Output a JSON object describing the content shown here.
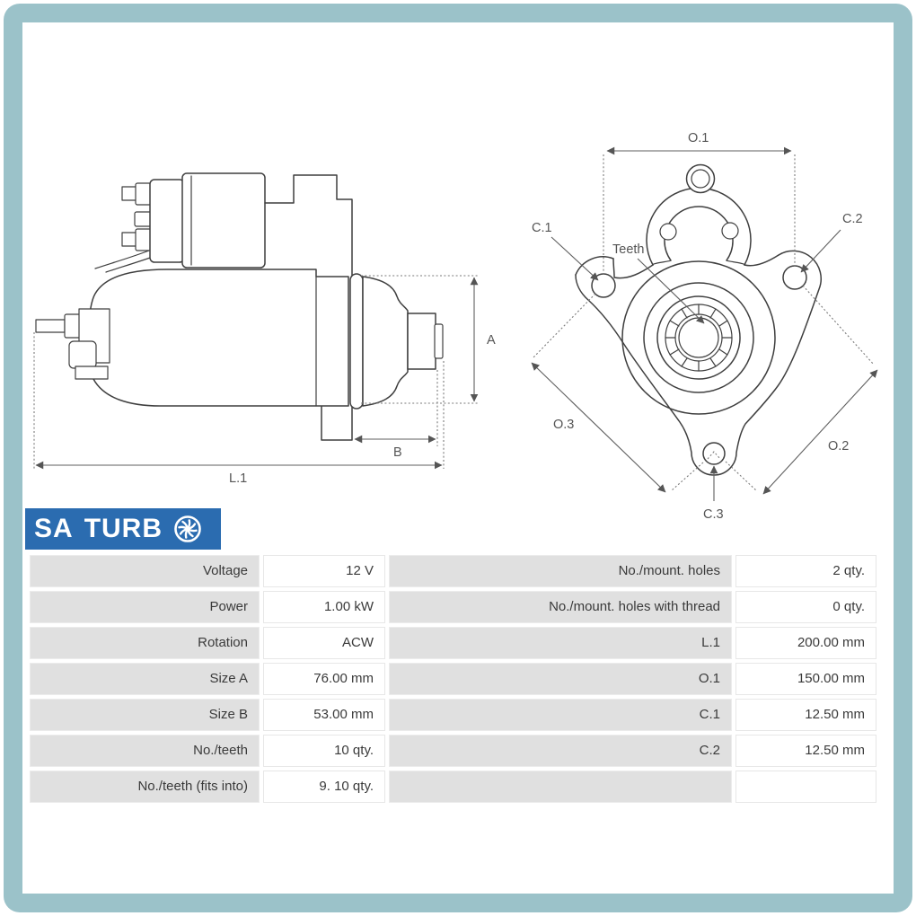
{
  "frame": {
    "border_color": "#9bc2c9"
  },
  "logo": {
    "text_primary": "SA",
    "text_secondary": "TURB",
    "icon": "turbo-impeller-icon",
    "bg_color": "#2b6cb0",
    "text_color": "#ffffff"
  },
  "drawings": {
    "side_view": {
      "description": "starter-motor-side-view",
      "dim_a": "A",
      "dim_b": "B",
      "dim_l1": "L.1"
    },
    "front_view": {
      "description": "starter-motor-front-mounting-flange-view",
      "dim_o1": "O.1",
      "dim_o2": "O.2",
      "dim_o3": "O.3",
      "dim_c1": "C.1",
      "dim_c2": "C.2",
      "dim_c3": "C.3",
      "label_teeth": "Teeth"
    }
  },
  "specs": {
    "rows": [
      {
        "l_label": "Voltage",
        "l_value": "12 V",
        "r_label": "No./mount. holes",
        "r_value": "2 qty."
      },
      {
        "l_label": "Power",
        "l_value": "1.00 kW",
        "r_label": "No./mount. holes with thread",
        "r_value": "0 qty."
      },
      {
        "l_label": "Rotation",
        "l_value": "ACW",
        "r_label": "L.1",
        "r_value": "200.00 mm"
      },
      {
        "l_label": "Size A",
        "l_value": "76.00 mm",
        "r_label": "O.1",
        "r_value": "150.00 mm"
      },
      {
        "l_label": "Size B",
        "l_value": "53.00 mm",
        "r_label": "C.1",
        "r_value": "12.50 mm"
      },
      {
        "l_label": "No./teeth",
        "l_value": "10 qty.",
        "r_label": "C.2",
        "r_value": "12.50 mm"
      },
      {
        "l_label": "No./teeth (fits into)",
        "l_value": "9. 10 qty.",
        "r_label": "",
        "r_value": ""
      }
    ]
  }
}
